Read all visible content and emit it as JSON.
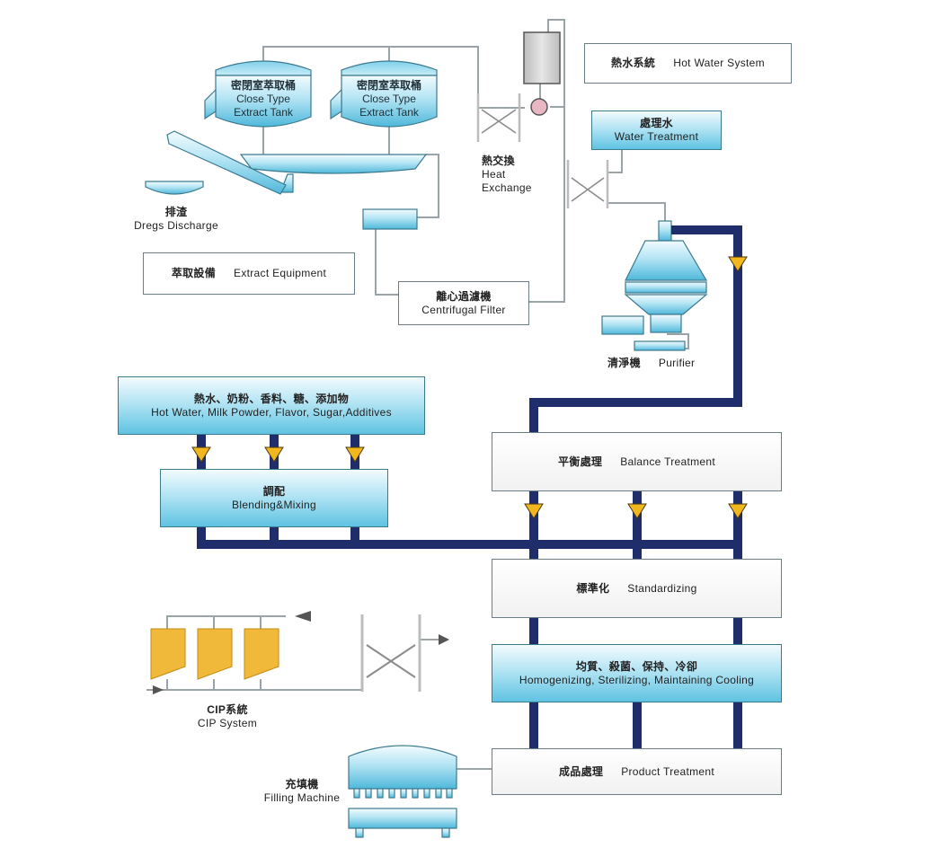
{
  "hot_water_system": {
    "zh": "熱水系統",
    "en": "Hot Water System"
  },
  "extract_tank_1": {
    "zh": "密閉室萃取桶",
    "en1": "Close Type",
    "en2": "Extract Tank"
  },
  "extract_tank_2": {
    "zh": "密閉室萃取桶",
    "en1": "Close Type",
    "en2": "Extract Tank"
  },
  "heat_exchange": {
    "zh": "熱交換",
    "en1": "Heat",
    "en2": "Exchange"
  },
  "water_treatment": {
    "zh": "處理水",
    "en": "Water Treatment"
  },
  "dregs_discharge": {
    "zh": "排渣",
    "en": "Dregs Discharge"
  },
  "extract_equipment": {
    "zh": "萃取設備",
    "en": "Extract Equipment"
  },
  "centrifugal_filter": {
    "zh": "離心過濾機",
    "en": "Centrifugal Filter"
  },
  "purifier": {
    "zh": "清淨機",
    "en": "Purifier"
  },
  "ingredients": {
    "zh": "熱水、奶粉、香料、糖、添加物",
    "en": "Hot Water, Milk Powder, Flavor, Sugar,Additives"
  },
  "blending": {
    "zh": "調配",
    "en": "Blending&Mixing"
  },
  "balance": {
    "zh": "平衡處理",
    "en": "Balance Treatment"
  },
  "standardizing": {
    "zh": "標準化",
    "en": "Standardizing"
  },
  "homogenizing": {
    "zh": "均質、殺菌、保持、冷卻",
    "en": "Homogenizing, Sterilizing, Maintaining Cooling"
  },
  "product_treatment": {
    "zh": "成品處理",
    "en": "Product Treatment"
  },
  "cip_system": {
    "zh": "CIP系統",
    "en": "CIP System"
  },
  "filling_machine": {
    "zh": "充填機",
    "en": "Filling Machine"
  },
  "colors": {
    "main_line": "#1f2d6b",
    "thin_line": "#9aa3a8",
    "arrow": "#f2b71f",
    "tank_blue": "#5fc3e2",
    "cip_yellow": "#f1b93a"
  }
}
